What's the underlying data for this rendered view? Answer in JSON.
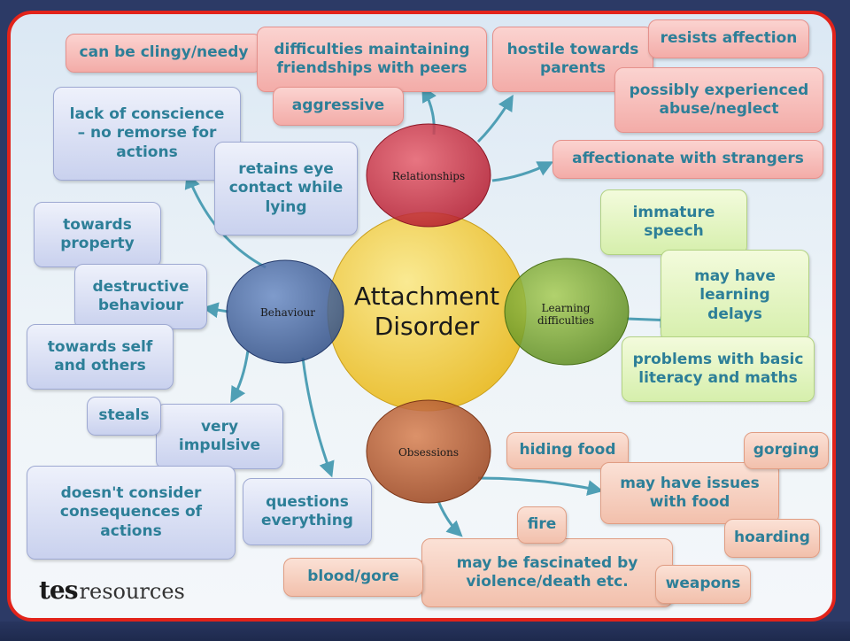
{
  "center": {
    "line1": "Attachment",
    "line2": "Disorder"
  },
  "categories": {
    "relationships": "Relationships",
    "behaviour": "Behaviour",
    "learning_line1": "Learning",
    "learning_line2": "difficulties",
    "obsessions": "Obsessions"
  },
  "relationships_items": {
    "clingy": "can be clingy/needy",
    "friendships_line1": "difficulties maintaining",
    "friendships_line2": "friendships with peers",
    "aggressive": "aggressive",
    "hostile_line1": "hostile towards",
    "hostile_line2": "parents",
    "resists": "resists affection",
    "abuse_line1": "possibly experienced",
    "abuse_line2": "abuse/neglect",
    "strangers": "affectionate with strangers"
  },
  "behaviour_items": {
    "conscience_line1": "lack of conscience",
    "conscience_line2": "– no remorse for",
    "conscience_line3": "actions",
    "eye_line1": "retains eye",
    "eye_line2": "contact while",
    "eye_line3": "lying",
    "property_line1": "towards",
    "property_line2": "property",
    "destructive_line1": "destructive",
    "destructive_line2": "behaviour",
    "self_line1": "towards self",
    "self_line2": "and others",
    "steals": "steals",
    "impulsive_line1": "very",
    "impulsive_line2": "impulsive",
    "consequences_line1": "doesn't consider",
    "consequences_line2": "consequences of",
    "consequences_line3": "actions",
    "questions_line1": "questions",
    "questions_line2": "everything"
  },
  "learning_items": {
    "speech_line1": "immature",
    "speech_line2": "speech",
    "delays_line1": "may have",
    "delays_line2": "learning",
    "delays_line3": "delays",
    "literacy_line1": "problems with basic",
    "literacy_line2": "literacy and maths"
  },
  "obsessions_items": {
    "hiding": "hiding food",
    "gorging": "gorging",
    "issues_line1": "may have issues",
    "issues_line2": "with food",
    "hoarding": "hoarding",
    "fire": "fire",
    "violence_line1": "may be fascinated by",
    "violence_line2": "violence/death etc.",
    "blood": "blood/gore",
    "weapons": "weapons"
  },
  "logo": {
    "tes": "tes",
    "resources": "resources"
  },
  "colors": {
    "frame_border": "#e2231a",
    "text": "#2d7f98",
    "arrow": "#4f9fb5",
    "center_fill": "#f1cf3b",
    "relationships_fill": "#c72b3c",
    "behaviour_fill": "#3f5f98",
    "learning_fill": "#6f9e2a",
    "obsessions_fill": "#b55a2c"
  }
}
